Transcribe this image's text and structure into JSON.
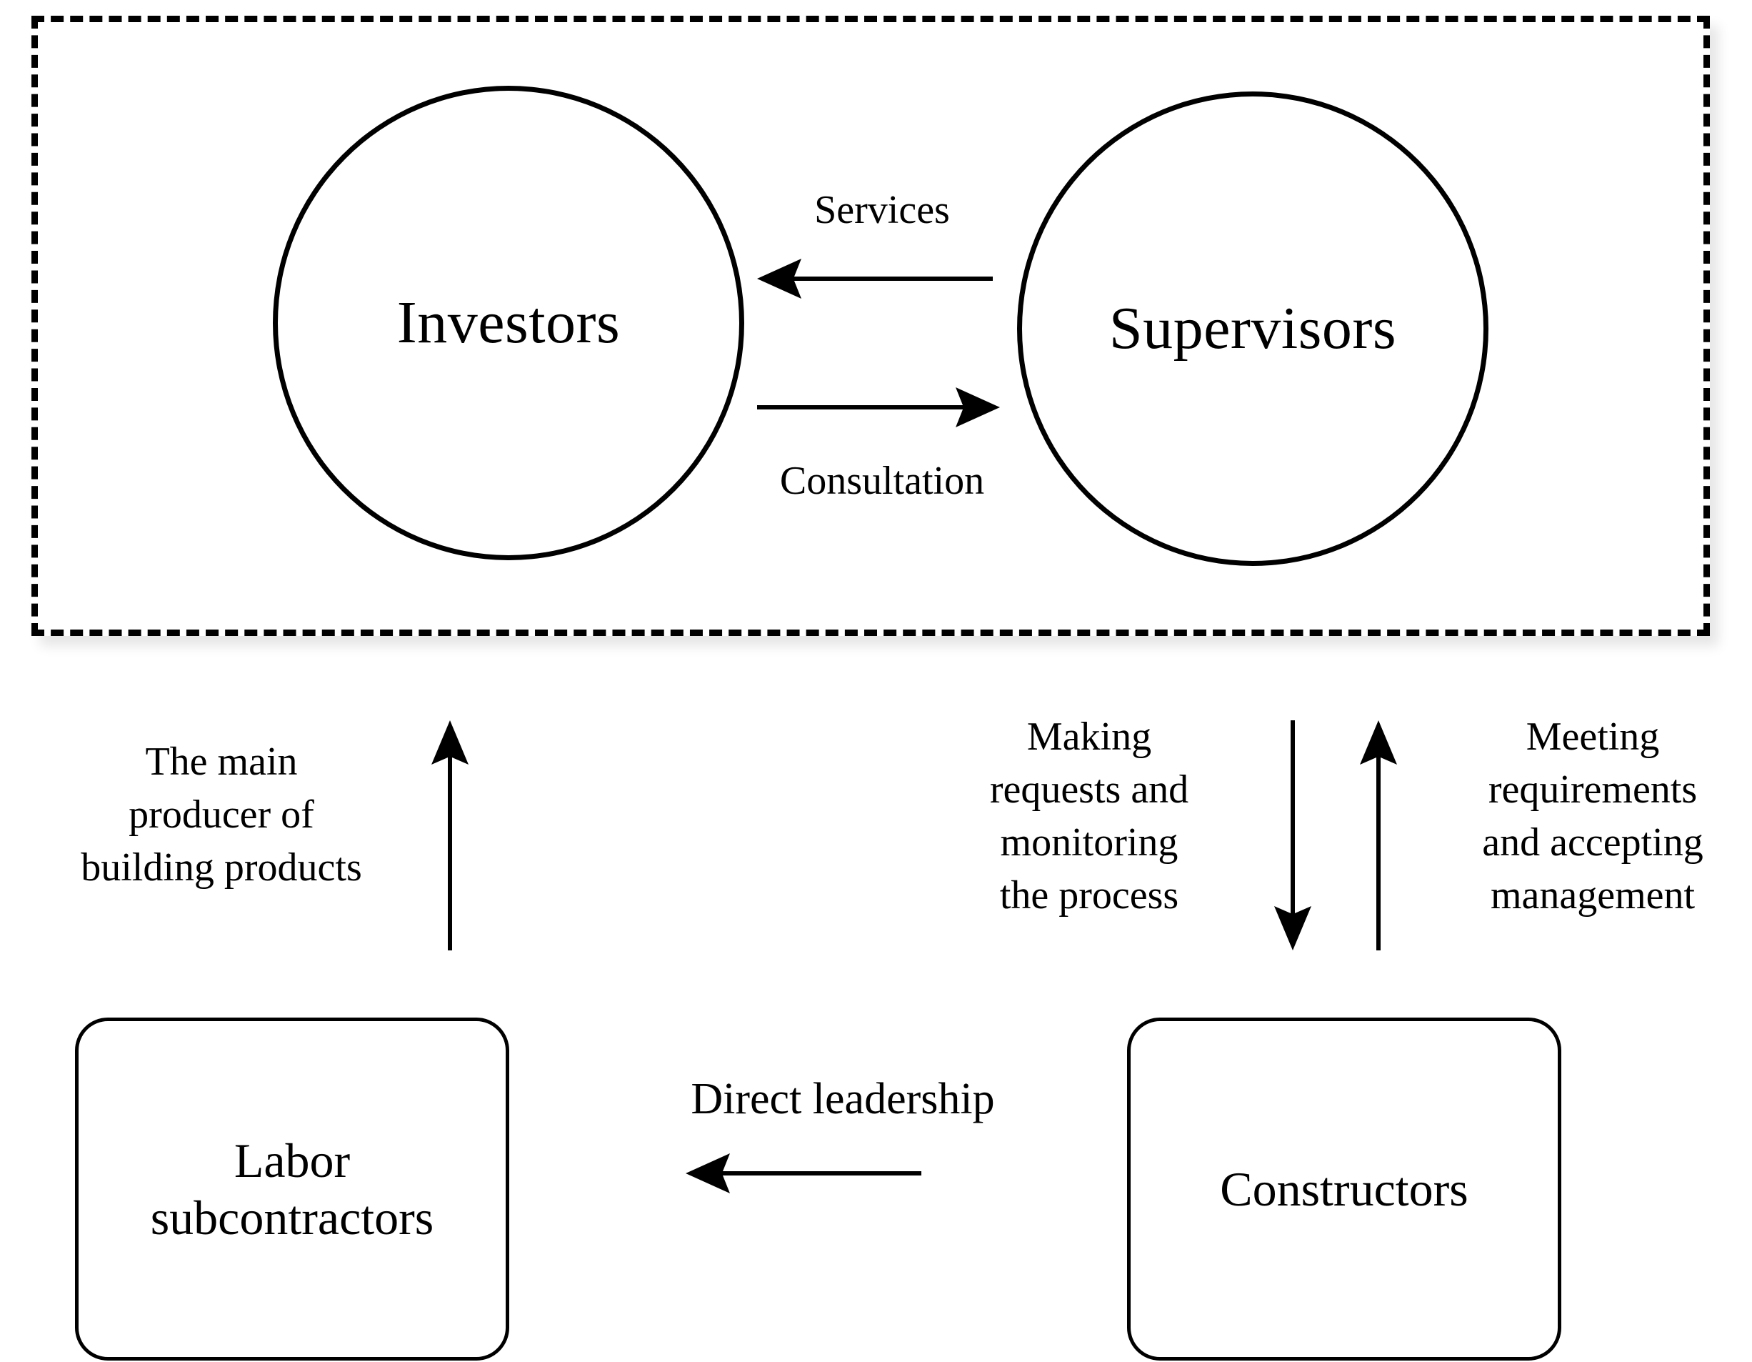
{
  "diagram": {
    "title_present": false,
    "colors": {
      "stroke": "#000000",
      "background": "#ffffff",
      "shadow": "rgba(0,0,0,0.10)"
    },
    "container": {
      "style": "dashed",
      "name": "governance-group"
    },
    "nodes": [
      {
        "id": "investors",
        "shape": "circle",
        "label": "Investors"
      },
      {
        "id": "supervisors",
        "shape": "circle",
        "label": "Supervisors"
      },
      {
        "id": "labor",
        "shape": "rounded-rect",
        "label": "Labor\nsubcontractors"
      },
      {
        "id": "constructors",
        "shape": "rounded-rect",
        "label": "Constructors"
      }
    ],
    "edges": [
      {
        "id": "services",
        "label": "Services",
        "from": "supervisors",
        "to": "investors",
        "direction": "left"
      },
      {
        "id": "consultation",
        "label": "Consultation",
        "from": "investors",
        "to": "supervisors",
        "direction": "right"
      },
      {
        "id": "main-producer",
        "label": "The main\nproducer of\nbuilding products",
        "from": "labor",
        "to": "governance-group",
        "direction": "up"
      },
      {
        "id": "making-requests",
        "label": "Making\nrequests and\nmonitoring\nthe process",
        "from": "governance-group",
        "to": "constructors",
        "direction": "down"
      },
      {
        "id": "meeting-requirements",
        "label": "Meeting\nrequirements\nand accepting\nmanagement",
        "from": "constructors",
        "to": "governance-group",
        "direction": "up"
      },
      {
        "id": "direct-leadership",
        "label": "Direct leadership",
        "from": "constructors",
        "to": "labor",
        "direction": "left"
      }
    ]
  }
}
